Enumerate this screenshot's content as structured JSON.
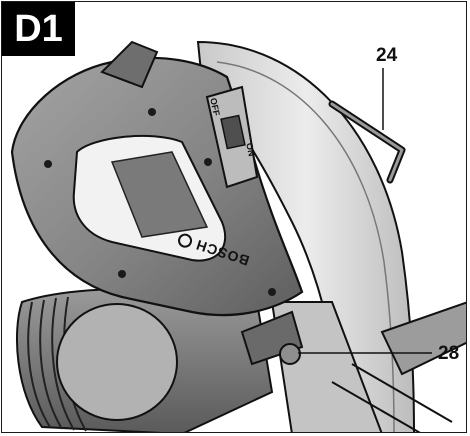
{
  "figure": {
    "label": "D1"
  },
  "callouts": {
    "hex_key": "24",
    "lever": "28"
  },
  "switch_markings": {
    "off": "OFF",
    "on": "ON"
  },
  "brand": {
    "logo_text": "BOSCH"
  },
  "colors": {
    "housing": "#8a8a8a",
    "housing_dark": "#5a5a5a",
    "blade_guard": "#d8d8d8",
    "outline": "#111111",
    "label_bg": "#000000",
    "label_text": "#ffffff"
  }
}
